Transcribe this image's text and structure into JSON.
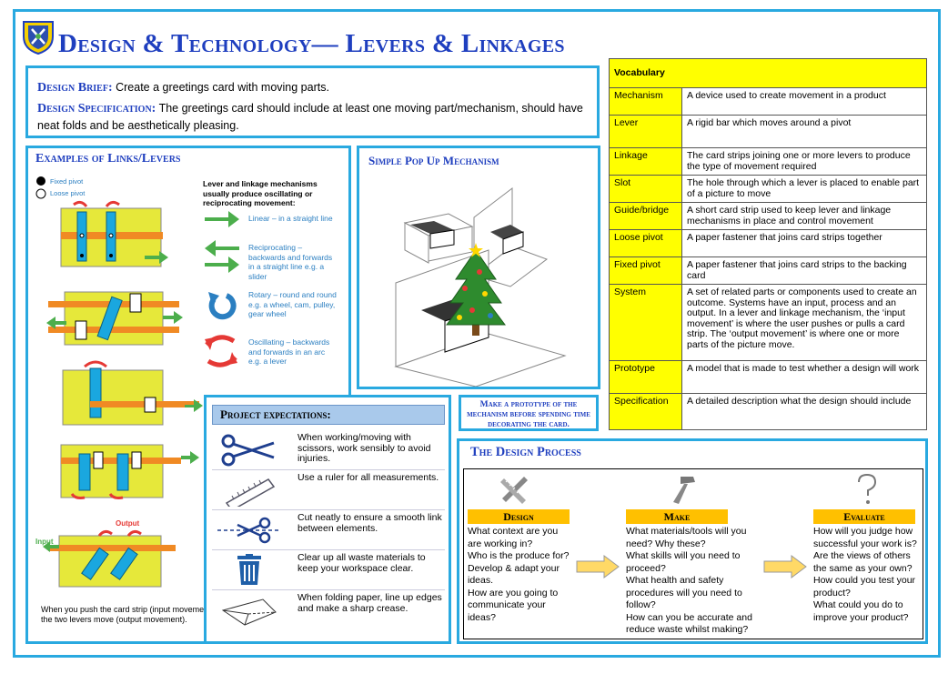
{
  "header": {
    "title": "Design & Technology— Levers & Linkages"
  },
  "brief": {
    "design_brief_label": "Design Brief:",
    "design_brief_text": " Create a greetings card with moving parts.",
    "spec_label": "Design Specification:",
    "spec_text": " The greetings card should include at least one moving part/mechanism, should have neat folds and be aesthetically pleasing."
  },
  "vocabulary": {
    "header": "Vocabulary",
    "rows": [
      {
        "term": "Mechanism",
        "def": "A device used to create movement in a product"
      },
      {
        "term": "Lever",
        "def": "A rigid bar which moves around a pivot"
      },
      {
        "term": "Linkage",
        "def": "The card strips joining one or more levers to produce the type of movement required"
      },
      {
        "term": "Slot",
        "def": "The hole through which a lever is placed to enable part of a picture to move"
      },
      {
        "term": "Guide/bridge",
        "def": "A short card strip used to keep lever and linkage mechanisms in place and control movement"
      },
      {
        "term": "Loose pivot",
        "def": "A paper fastener that joins card strips together"
      },
      {
        "term": "Fixed pivot",
        "def": "A paper fastener that joins card strips to the backing card"
      },
      {
        "term": "System",
        "def": "A set of related parts or components used to create an outcome. Systems have an input, process and an output. In a lever and linkage mechanism, the ‘input movement’ is where the user pushes or pulls a card strip. The ‘output movement’ is where one or more parts of the picture move."
      },
      {
        "term": "Prototype",
        "def": "A model that is made to test whether a design will work"
      },
      {
        "term": "Specification",
        "def": "A detailed description what the design should include"
      }
    ]
  },
  "links": {
    "title": "Examples of Links/Levers",
    "fixed_pivot": "Fixed pivot",
    "loose_pivot": "Loose pivot",
    "intro": "Lever and linkage mechanisms usually produce oscillating or reciprocating movement:",
    "movements": [
      {
        "text": "Linear – in a straight line"
      },
      {
        "text": "Reciprocating – backwards and forwards in a straight line e.g. a slider"
      },
      {
        "text": "Rotary – round and round e.g. a wheel, cam, pulley, gear wheel"
      },
      {
        "text": "Oscillating – backwards and forwards in an arc e.g. a lever"
      }
    ],
    "output_label": "Output",
    "input_label": "Input",
    "caption": "When you push the card strip (input movement), the two levers move (output movement)."
  },
  "popup": {
    "title": "Simple Pop Up Mechanism"
  },
  "project": {
    "title": "Project expectations:",
    "items": [
      {
        "icon": "scissors-icon",
        "text": "When working/moving with scissors, work sensibly to avoid injuries."
      },
      {
        "icon": "ruler-icon",
        "text": "Use a ruler for all measurements."
      },
      {
        "icon": "cut-line-icon",
        "text": "Cut neatly to ensure a smooth link between elements."
      },
      {
        "icon": "bin-icon",
        "text": "Clear up all waste materials to keep your workspace clear."
      },
      {
        "icon": "folded-paper-icon",
        "text": "When folding paper, line up edges and make a sharp crease."
      }
    ]
  },
  "prototype_note": "Make a prototype of the mechanism before spending time decorating the card.",
  "process": {
    "title": "The Design Process",
    "stages": [
      {
        "name": "Design",
        "questions": "What context are you are working in?\nWho is the produce for?\nDevelop & adapt your ideas.\nHow are you going to communicate your ideas?"
      },
      {
        "name": "Make",
        "questions": "What materials/tools will you need? Why these?\nWhat skills will you need to proceed?\nWhat health and safety procedures will you need to follow?\nHow can you be accurate and reduce waste whilst making?"
      },
      {
        "name": "Evaluate",
        "questions": "How will you judge how successful your work is?\nAre the views of others the same as your own?\nHow could you test your product?\nWhat could you do to improve your product?"
      }
    ]
  },
  "colors": {
    "accent": "#29a9e0",
    "title": "#1f3fbf",
    "highlight": "#ffff00",
    "stage": "#ffc000",
    "card": "#e6e83a",
    "strip": "#f08a24",
    "lever": "#1aa7df"
  }
}
